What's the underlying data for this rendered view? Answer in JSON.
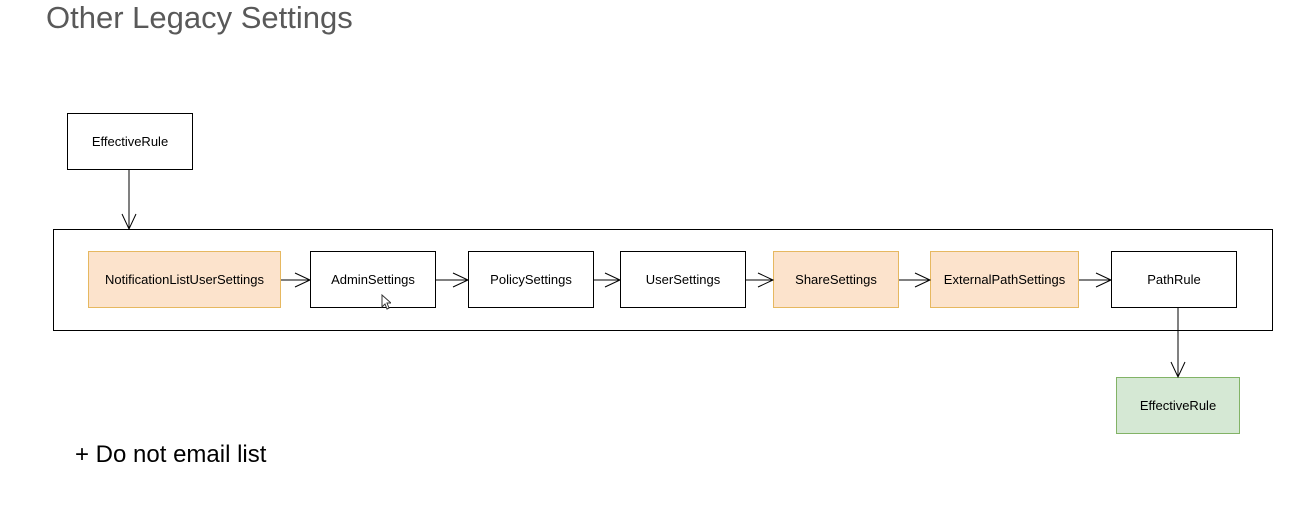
{
  "title": "Other Legacy Settings",
  "diagram": {
    "input_node": {
      "label": "EffectiveRule",
      "fill": "#ffffff"
    },
    "chain": [
      {
        "key": "notificationlistusersettings",
        "label": "NotificationListUserSettings",
        "highlight": true
      },
      {
        "key": "adminsettings",
        "label": "AdminSettings",
        "highlight": false
      },
      {
        "key": "policysettings",
        "label": "PolicySettings",
        "highlight": false
      },
      {
        "key": "usersettings",
        "label": "UserSettings",
        "highlight": false
      },
      {
        "key": "sharesettings",
        "label": "ShareSettings",
        "highlight": true
      },
      {
        "key": "externalpathsettings",
        "label": "ExternalPathSettings",
        "highlight": true
      },
      {
        "key": "pathrule",
        "label": "PathRule",
        "highlight": false
      }
    ],
    "output_node": {
      "label": "EffectiveRule",
      "fill": "#d5e8d4"
    },
    "highlight_fill": "#fce3cc",
    "highlight_stroke": "#e6b860"
  },
  "note": "+ Do not email list"
}
